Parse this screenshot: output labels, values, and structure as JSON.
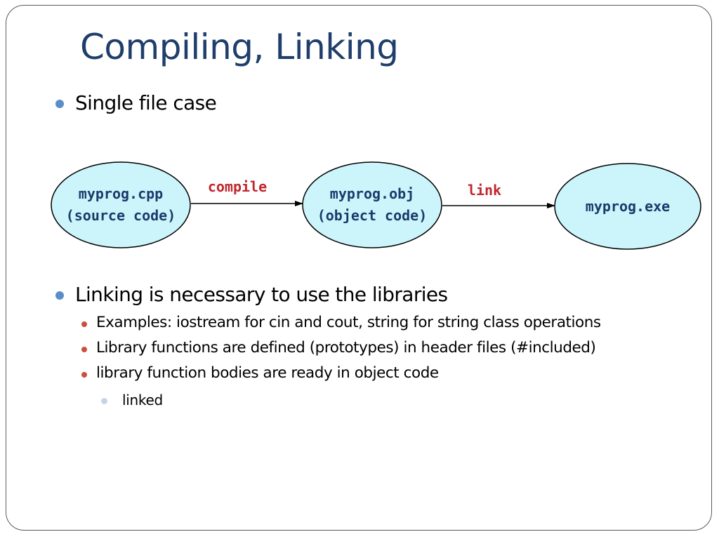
{
  "slide": {
    "title": "Compiling, Linking",
    "bullets": {
      "single_file": "Single file case",
      "linking": "Linking is necessary to use the libraries",
      "sub": [
        "Examples: iostream for cin and cout, string for string class operations",
        "Library functions are defined (prototypes) in header files (#included)",
        "library function bodies are ready in object code"
      ],
      "subsub": "linked"
    }
  },
  "diagram": {
    "nodes": [
      {
        "line1": "myprog.cpp",
        "line2": "(source code)"
      },
      {
        "line1": "myprog.obj",
        "line2": "(object code)"
      },
      {
        "line1": "myprog.exe"
      }
    ],
    "edges": [
      {
        "label": "compile"
      },
      {
        "label": "link"
      }
    ],
    "colors": {
      "node_fill": "#ccf5fb",
      "node_text": "#1b3a6b",
      "edge_label": "#c0272d",
      "stroke": "#000000"
    }
  }
}
